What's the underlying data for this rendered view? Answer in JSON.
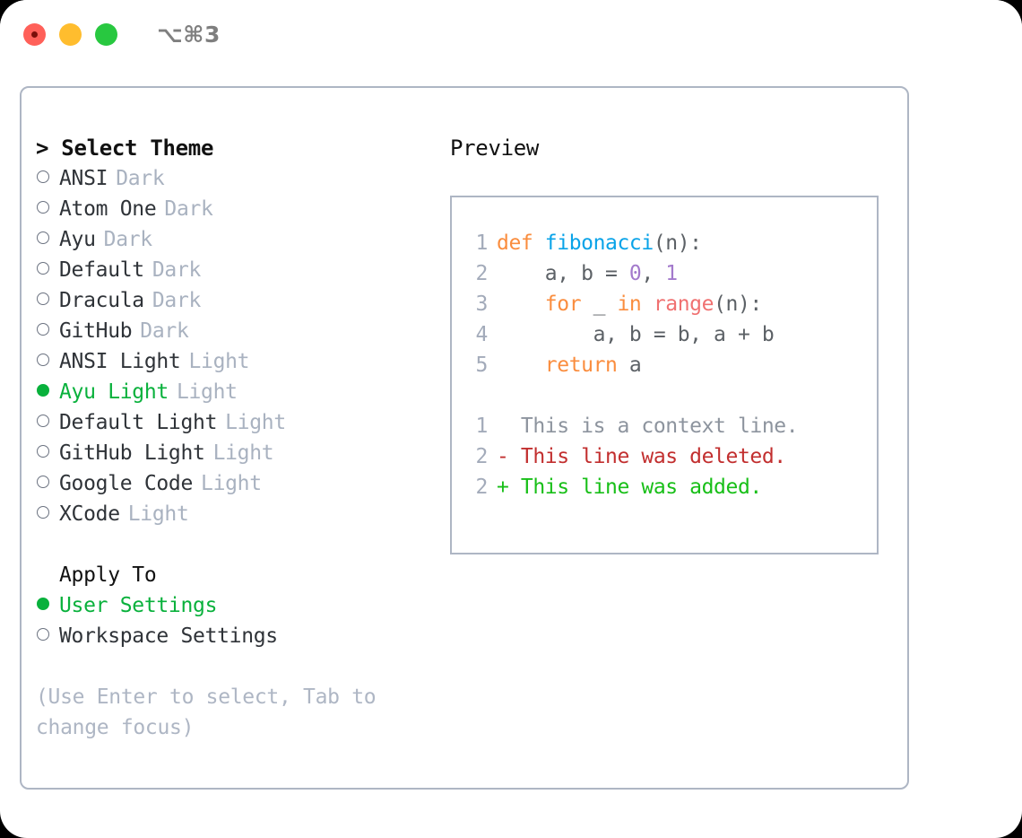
{
  "titlebar": {
    "shortcut": "⌥⌘3",
    "buttons": {
      "close": "close",
      "minimize": "minimize",
      "maximize": "maximize"
    }
  },
  "left": {
    "heading": "> Select Theme",
    "themes": [
      {
        "marker": "hollow",
        "name": "ANSI",
        "badge": "Dark",
        "selected": false
      },
      {
        "marker": "hollow",
        "name": "Atom One",
        "badge": "Dark",
        "selected": false
      },
      {
        "marker": "hollow",
        "name": "Ayu",
        "badge": "Dark",
        "selected": false
      },
      {
        "marker": "hollow",
        "name": "Default",
        "badge": "Dark",
        "selected": false
      },
      {
        "marker": "hollow",
        "name": "Dracula",
        "badge": "Dark",
        "selected": false
      },
      {
        "marker": "hollow",
        "name": "GitHub",
        "badge": "Dark",
        "selected": false
      },
      {
        "marker": "hollow",
        "name": "ANSI Light",
        "badge": "Light",
        "selected": false
      },
      {
        "marker": "filled",
        "name": "Ayu Light",
        "badge": "Light",
        "selected": true
      },
      {
        "marker": "hollow",
        "name": "Default Light",
        "badge": "Light",
        "selected": false
      },
      {
        "marker": "hollow",
        "name": "GitHub Light",
        "badge": "Light",
        "selected": false
      },
      {
        "marker": "hollow",
        "name": "Google Code",
        "badge": "Light",
        "selected": false
      },
      {
        "marker": "hollow",
        "name": "XCode",
        "badge": "Light",
        "selected": false
      }
    ],
    "apply_to_heading": "Apply To",
    "apply_to": [
      {
        "marker": "filled",
        "name": "User Settings",
        "selected": true
      },
      {
        "marker": "hollow",
        "name": "Workspace Settings",
        "selected": false
      }
    ],
    "hint": "(Use Enter to select, Tab to change focus)"
  },
  "right": {
    "heading": "Preview",
    "code_lines": [
      {
        "number": "1",
        "tokens": [
          {
            "text": "def ",
            "type": "kw"
          },
          {
            "text": "fibonacci",
            "type": "fn"
          },
          {
            "text": "(n):",
            "type": "punc"
          }
        ]
      },
      {
        "number": "2",
        "tokens": [
          {
            "text": "    a, b = ",
            "type": "plain"
          },
          {
            "text": "0",
            "type": "num"
          },
          {
            "text": ", ",
            "type": "plain"
          },
          {
            "text": "1",
            "type": "num"
          }
        ]
      },
      {
        "number": "3",
        "tokens": [
          {
            "text": "    ",
            "type": "plain"
          },
          {
            "text": "for",
            "type": "kw"
          },
          {
            "text": " _ ",
            "type": "plain"
          },
          {
            "text": "in",
            "type": "kw"
          },
          {
            "text": " ",
            "type": "plain"
          },
          {
            "text": "range",
            "type": "blt"
          },
          {
            "text": "(n):",
            "type": "punc"
          }
        ]
      },
      {
        "number": "4",
        "tokens": [
          {
            "text": "        a, b = b, a + b",
            "type": "plain"
          }
        ]
      },
      {
        "number": "5",
        "tokens": [
          {
            "text": "    ",
            "type": "plain"
          },
          {
            "text": "return",
            "type": "kw"
          },
          {
            "text": " a",
            "type": "plain"
          }
        ]
      }
    ],
    "diff_lines": [
      {
        "number": "1",
        "sign": " ",
        "text": " This is a context line.",
        "kind": "ctx"
      },
      {
        "number": "2",
        "sign": "-",
        "text": " This line was deleted.",
        "kind": "del"
      },
      {
        "number": "2",
        "sign": "+",
        "text": " This line was added.",
        "kind": "add"
      }
    ]
  },
  "colors": {
    "accent_green": "#09b13c",
    "muted": "#a9b2c0",
    "border": "#aeb6c4",
    "keyword_orange": "#fa8d3e",
    "function_blue": "#09a3e8",
    "number_purple": "#a37acc",
    "builtin_red": "#f07171",
    "diff_delete_red": "#c22f2f",
    "diff_add_green": "#18bf18"
  }
}
